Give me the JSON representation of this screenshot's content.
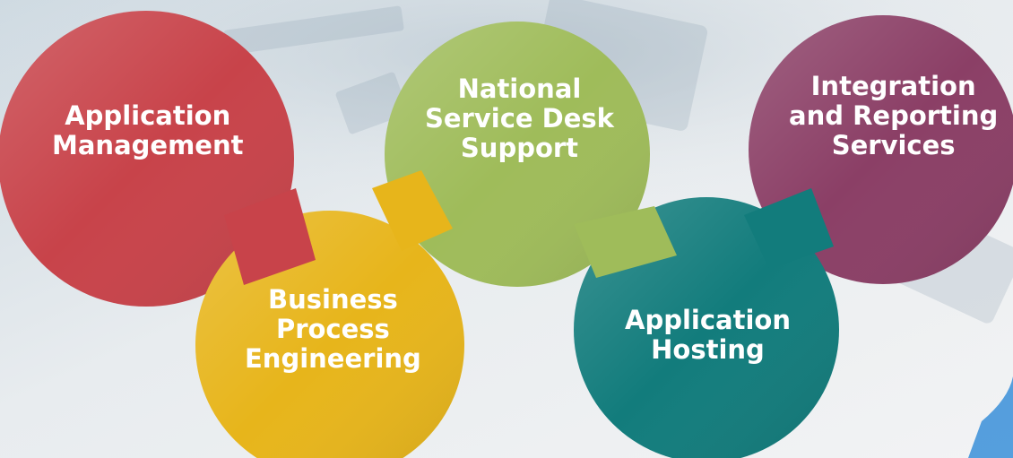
{
  "colors": {
    "red": "#c8434a",
    "yellow": "#e7b51b",
    "green": "#9fbc5a",
    "teal": "#127c7c",
    "purple": "#8b3f66"
  },
  "circles": [
    {
      "id": "application-management",
      "color_key": "red",
      "lines": [
        "Application",
        "Management"
      ]
    },
    {
      "id": "business-process-engineering",
      "color_key": "yellow",
      "lines": [
        "Business",
        "Process",
        "Engineering"
      ]
    },
    {
      "id": "national-service-desk-support",
      "color_key": "green",
      "lines": [
        "National",
        "Service Desk",
        "Support"
      ]
    },
    {
      "id": "application-hosting",
      "color_key": "teal",
      "lines": [
        "Application",
        "Hosting"
      ]
    },
    {
      "id": "integration-and-reporting-services",
      "color_key": "purple",
      "lines": [
        "Integration",
        "and Reporting",
        "Services"
      ]
    }
  ]
}
